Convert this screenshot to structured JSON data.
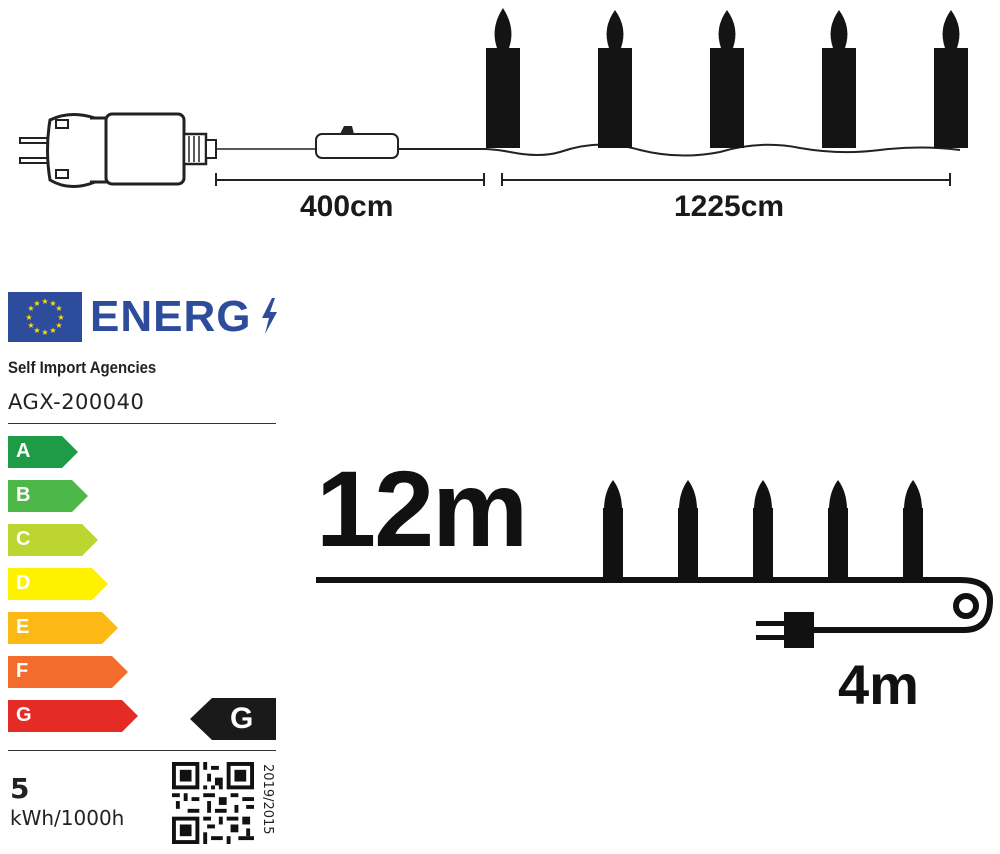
{
  "top_diagram": {
    "dim_left": "400cm",
    "dim_right": "1225cm"
  },
  "label": {
    "brand_word": "ENERG",
    "supplier": "Self Import Agencies",
    "model": "AGX-200040",
    "classes": [
      {
        "letter": "A",
        "color": "#1e9b47"
      },
      {
        "letter": "B",
        "color": "#4db848"
      },
      {
        "letter": "C",
        "color": "#bcd531"
      },
      {
        "letter": "D",
        "color": "#fff200"
      },
      {
        "letter": "E",
        "color": "#fcb814"
      },
      {
        "letter": "F",
        "color": "#f26c2d"
      },
      {
        "letter": "G",
        "color": "#e52b25"
      }
    ],
    "rating": "G",
    "consumption_value": "5",
    "consumption_unit": "kWh/1000h",
    "regulation": "2019/2015",
    "eu_blue": "#2d4c9c",
    "eu_yellow": "#ffdd00"
  },
  "icon_diagram": {
    "length_main": "12m",
    "length_lead": "4m"
  }
}
